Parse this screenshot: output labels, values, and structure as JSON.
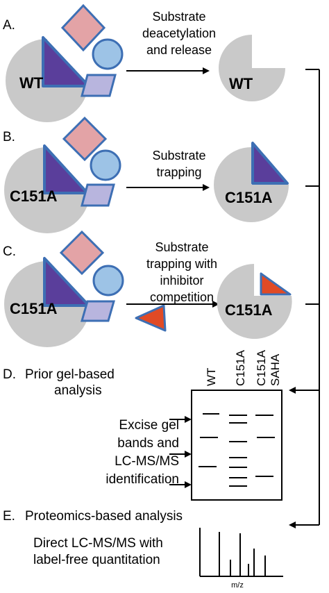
{
  "panels": {
    "a": {
      "letter": "A.",
      "caption": [
        "Substrate",
        "deacetylation",
        "and release"
      ],
      "enzyme_left": "WT",
      "enzyme_right": "WT"
    },
    "b": {
      "letter": "B.",
      "caption": [
        "Substrate",
        "trapping"
      ],
      "enzyme_left": "C151A",
      "enzyme_right": "C151A"
    },
    "c": {
      "letter": "C.",
      "caption": [
        "Substrate",
        "trapping with",
        "inhibitor",
        "competition"
      ],
      "enzyme_left": "C151A",
      "enzyme_right": "C151A"
    },
    "d": {
      "letter": "D.",
      "title": [
        "Prior gel-based",
        "analysis"
      ],
      "lanes": [
        "WT",
        "C151A",
        "C151A",
        "SAHA"
      ],
      "excise": [
        "Excise gel",
        "bands and",
        "LC-MS/MS",
        "identification"
      ]
    },
    "e": {
      "letter": "E.",
      "title": "Proteomics-based analysis",
      "caption": [
        "Direct LC-MS/MS with",
        "label-free quantitation"
      ],
      "axis_label": "m/z"
    }
  },
  "colors": {
    "enzyme": "#c9c9c9",
    "pink": "#e3a3a6",
    "blue": "#9dc3e6",
    "purple": "#5a3e9b",
    "lavender": "#b8b5de",
    "orange": "#e04a25",
    "outline": "#3d6fb4"
  }
}
